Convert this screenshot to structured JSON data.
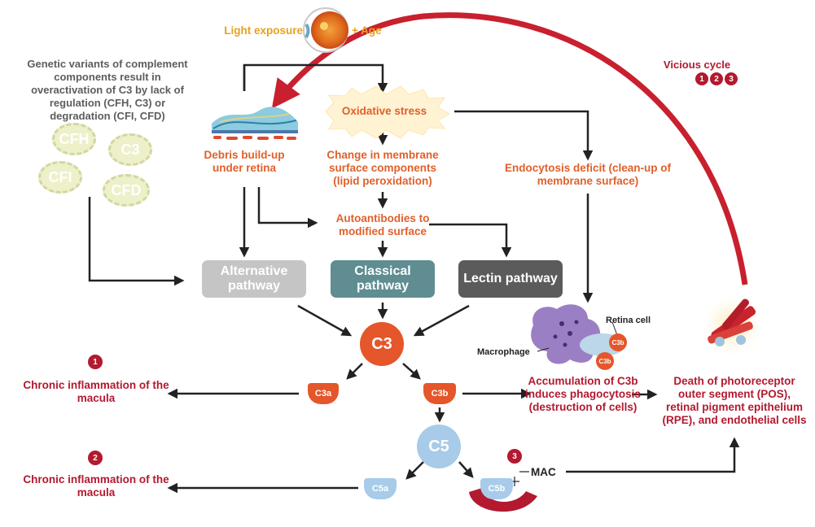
{
  "top": {
    "light": "Light exposure",
    "age": "+ Age"
  },
  "genetic_note": "Genetic variants of complement components result in overactivation of C3 by lack of regulation (CFH, C3) or degradation (CFI, CFD)",
  "factors": {
    "cfh": "CFH",
    "c3": "C3",
    "cfi": "CFI",
    "cfd": "CFD"
  },
  "debris": "Debris build-up under retina",
  "oxidative": "Oxidative stress",
  "membrane_change": "Change in membrane surface components (lipid peroxidation)",
  "autoantibodies": "Autoantibodies to modified surface",
  "endocytosis": "Endocytosis deficit (clean-up of membrane surface)",
  "vicious": {
    "title": "Vicious cycle",
    "n1": "1",
    "n2": "2",
    "n3": "3"
  },
  "pathways": {
    "alternative": "Alternative pathway",
    "classical": "Classical pathway",
    "lectin": "Lectin pathway"
  },
  "core": {
    "c3": "C3",
    "c3a": "C3a",
    "c3b": "C3b",
    "c5": "C5",
    "c5a": "C5a",
    "c5b": "C5b",
    "mac": "MAC"
  },
  "outcomes": {
    "badge1": "1",
    "inflammation1": "Chronic inflammation of the macula",
    "badge2": "2",
    "inflammation2": "Chronic inflammation of the macula",
    "badge3": "3",
    "accumulation": "Accumulation of C3b induces phagocytosis (destruction of cells)",
    "death": "Death of photoreceptor outer segment (POS), retinal pigment epithelium (RPE), and endothelial cells"
  },
  "macrophage": {
    "label": "Macrophage",
    "retina_cell": "Retina cell",
    "c3b_a": "C3b",
    "c3b_b": "C3b"
  },
  "colors": {
    "orange": "#e0602a",
    "red": "#b3192f",
    "alt": "#bfbfbf",
    "classical": "#5f8d91",
    "lectin": "#5b5b5b",
    "c5": "#a7cbe8"
  },
  "icons": [
    "eye-icon",
    "retina-debris-icon",
    "macrophage-icon",
    "photoreceptor-death-icon",
    "mac-complex-icon"
  ]
}
